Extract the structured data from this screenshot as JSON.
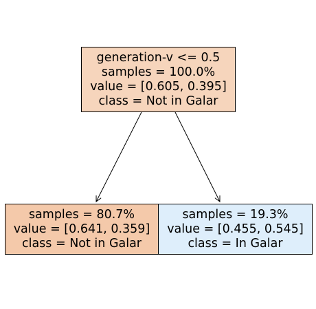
{
  "tree": {
    "root": {
      "split": "generation-v <= 0.5",
      "samples": "samples = 100.0%",
      "value": "value = [0.605, 0.395]",
      "class": "class = Not in Galar",
      "fill": "#f6d5bc"
    },
    "left": {
      "samples": "samples = 80.7%",
      "value": "value = [0.641, 0.359]",
      "class": "class = Not in Galar",
      "fill": "#f4c9aa"
    },
    "right": {
      "samples": "samples = 19.3%",
      "value": "value = [0.455, 0.545]",
      "class": "class = In Galar",
      "fill": "#deeefb"
    }
  }
}
